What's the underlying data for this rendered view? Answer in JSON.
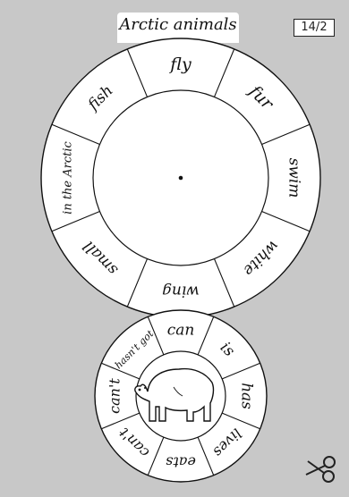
{
  "title": "Arctic animals",
  "page_number": "14/2",
  "big_wheel": {
    "segments": [
      "fly",
      "fur",
      "swim",
      "white",
      "wing",
      "small",
      "in the Arctic",
      "fish"
    ]
  },
  "small_wheel": {
    "segments": [
      "can",
      "is",
      "has",
      "lives",
      "eats",
      "can't",
      "can't",
      "hasn't got"
    ],
    "center_image": "polar-bear"
  },
  "icons": {
    "scissors": "scissors-icon"
  }
}
